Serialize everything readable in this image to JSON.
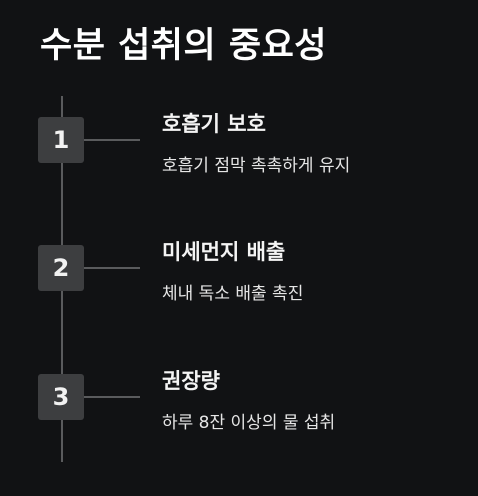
{
  "page": {
    "title": "수분 섭취의 중요성"
  },
  "steps": [
    {
      "number": "1",
      "title": "호흡기 보호",
      "description": "호흡기 점막 촉촉하게 유지"
    },
    {
      "number": "2",
      "title": "미세먼지 배출",
      "description": "체내 독소 배출 촉진"
    },
    {
      "number": "3",
      "title": "권장량",
      "description": "하루 8잔 이상의 물 섭취"
    }
  ],
  "colors": {
    "background": "#111214",
    "badge": "#3d3e40",
    "line": "#5a5b5d",
    "text": "#ffffff"
  }
}
